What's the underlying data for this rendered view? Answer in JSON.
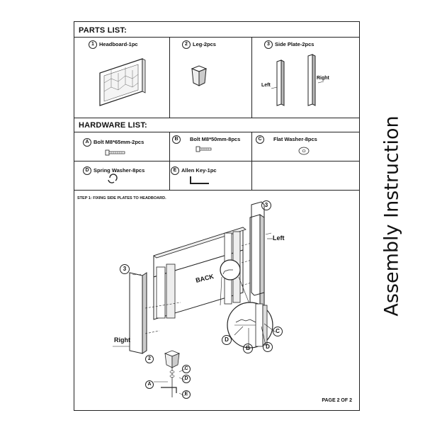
{
  "side_title": "Assembly Instruction",
  "parts_list": {
    "title": "PARTS LIST:",
    "items": [
      {
        "num": "1",
        "label": "Headboard-1pc"
      },
      {
        "num": "2",
        "label": "Leg-2pcs"
      },
      {
        "num": "3",
        "label": "Side Plate-2pcs"
      }
    ],
    "side_plate_left": "Left",
    "side_plate_right": "Right"
  },
  "hardware_list": {
    "title": "HARDWARE LIST:",
    "items": [
      {
        "letter": "A",
        "label": "Bolt M8*65mm-2pcs"
      },
      {
        "letter": "B",
        "label": "Bolt M8*50mm-8pcs"
      },
      {
        "letter": "C",
        "label": "Flat Washer-8pcs"
      },
      {
        "letter": "D",
        "label": "Spring Washer-8pcs"
      },
      {
        "letter": "E",
        "label": "Allen Key-1pc"
      }
    ]
  },
  "step1": {
    "text": "STEP 1: FIXING SIDE PLATES  TO HEADBOARD.",
    "back_label": "BACK",
    "left_label": "Left",
    "right_label": "Right",
    "callouts": {
      "three_a": "3",
      "three_b": "3",
      "two": "2",
      "a": "A",
      "b": "B",
      "c": "C",
      "d": "D",
      "e": "E"
    }
  },
  "page_number": "PAGE 2 OF 2"
}
